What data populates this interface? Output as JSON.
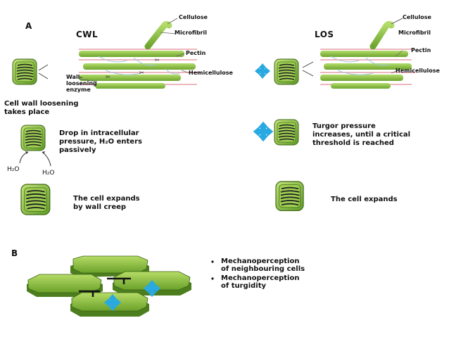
{
  "panelA": {
    "letter": "A",
    "cwl": {
      "title": "CWL",
      "labels": {
        "cellulose": "Cellulose",
        "microfibril": "Microfibril",
        "pectin": "Pectin",
        "hemicellulose": "Hemicellulose",
        "enzyme_line1": "Wall-",
        "enzyme_line2": "loosening",
        "enzyme_line3": "enzyme"
      },
      "step1_line1": "Cell wall loosening",
      "step1_line2": "takes place",
      "step2_line1": "Drop in intracellular",
      "step2_line2": "pressure, H₂O enters",
      "step2_line3": "passively",
      "water1": "H₂O",
      "water2": "H₂O",
      "step3_line1": "The cell expands",
      "step3_line2": "by wall creep"
    },
    "los": {
      "title": "LOS",
      "labels": {
        "cellulose": "Cellulose",
        "microfibril": "Microfibril",
        "pectin": "Pectin",
        "hemicellulose": "Hemicellulose"
      },
      "step2_line1": "Turgor pressure",
      "step2_line2": "increases, until a critical",
      "step2_line3": "threshold is reached",
      "step3": "The cell expands"
    }
  },
  "panelB": {
    "letter": "B",
    "bullets": [
      {
        "line1": "Mechanoperception",
        "line2": "of neighbouring cells"
      },
      {
        "line1": "Mechanoperception",
        "line2": "of turgidity"
      }
    ]
  },
  "colors": {
    "green": "#8dc63f",
    "green_dark": "#4e7d1e",
    "arrow_blue": "#29a9e1",
    "pink": "#e7a0a7",
    "light_blue": "#9cc7e5"
  }
}
